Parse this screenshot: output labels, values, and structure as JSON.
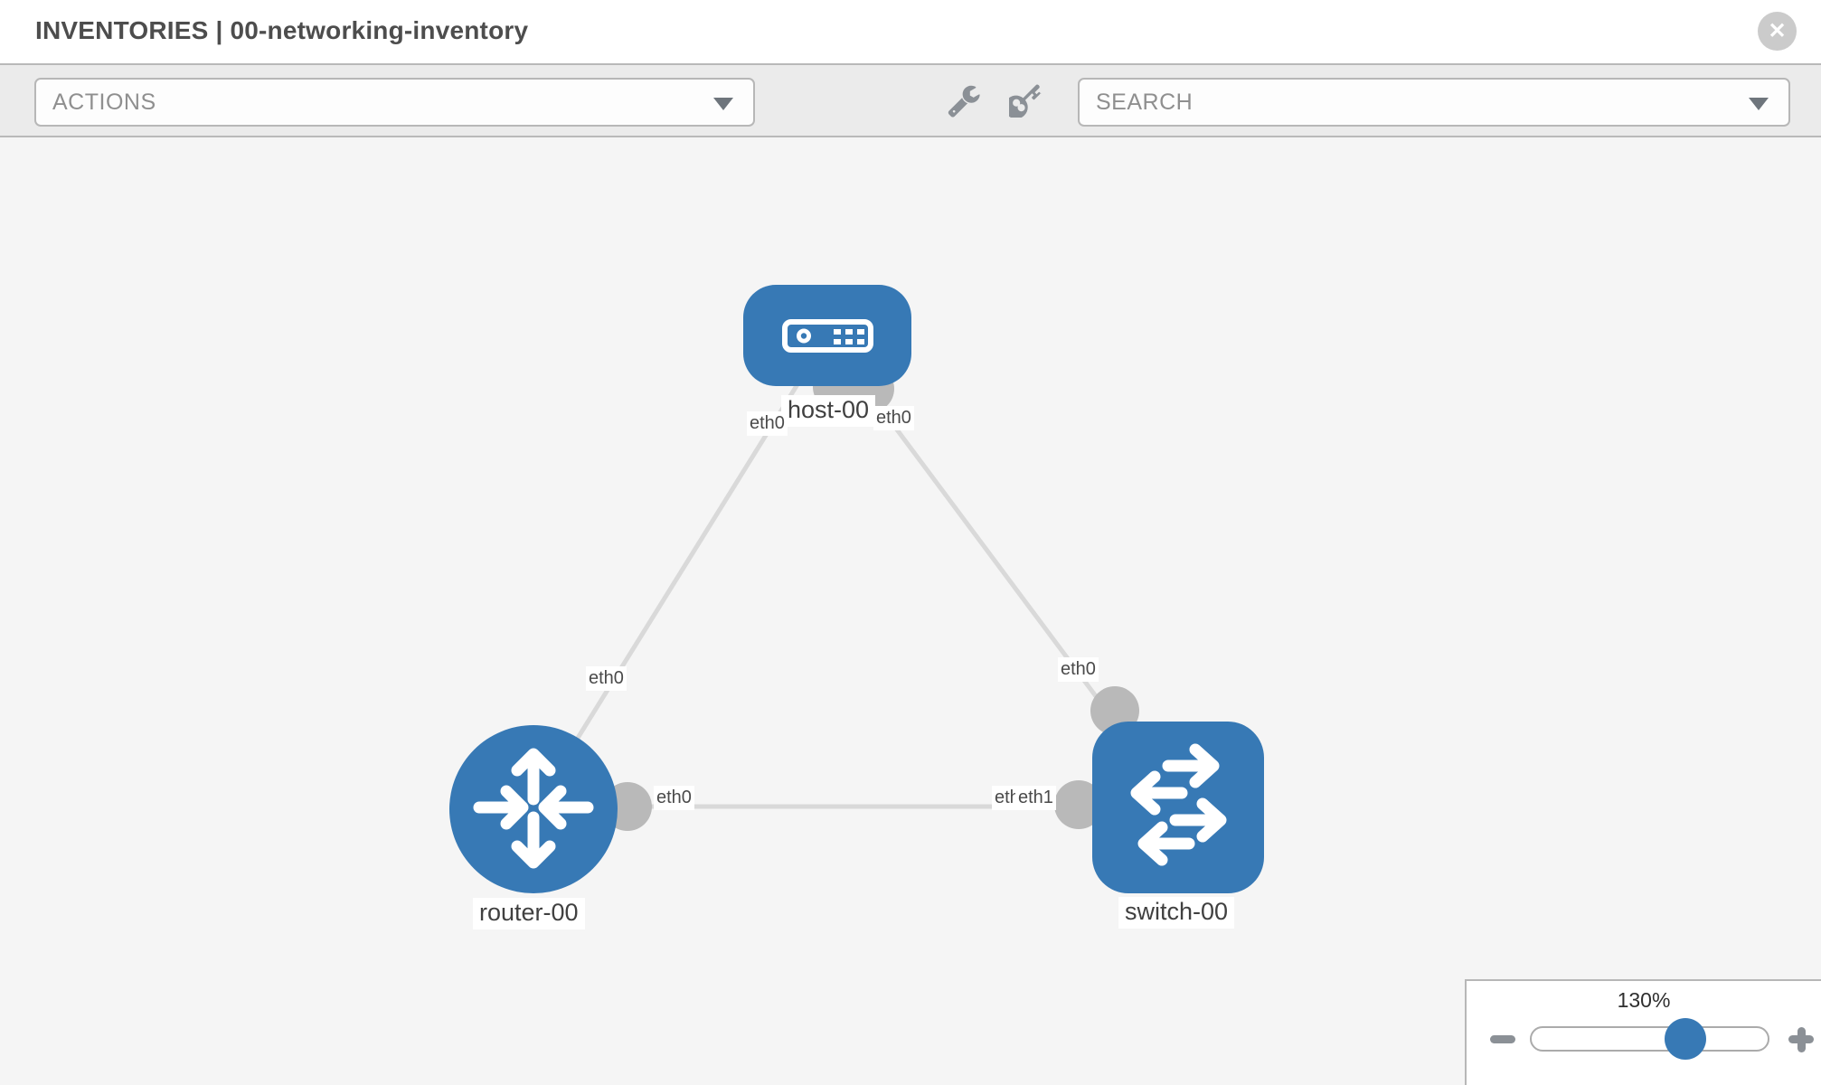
{
  "header": {
    "title": "INVENTORIES | 00-networking-inventory",
    "close_icon": "circle-x-icon"
  },
  "toolbar": {
    "actions_label": "ACTIONS",
    "search_placeholder": "SEARCH",
    "icons": [
      "wrench-icon",
      "key-icon"
    ]
  },
  "topology": {
    "nodes": [
      {
        "id": "host-00",
        "label": "host-00",
        "type": "host",
        "icon": "server-icon"
      },
      {
        "id": "router-00",
        "label": "router-00",
        "type": "router",
        "icon": "router-arrows-icon"
      },
      {
        "id": "switch-00",
        "label": "switch-00",
        "type": "switch",
        "icon": "switch-arrows-icon"
      }
    ],
    "links": [
      {
        "source": "host-00",
        "source_iface": "eth0",
        "target": "router-00",
        "target_iface": "eth0"
      },
      {
        "source": "host-00",
        "source_iface": "eth0",
        "target": "switch-00",
        "target_iface": "eth0"
      },
      {
        "source": "router-00",
        "source_iface": "eth0",
        "target": "switch-00",
        "target_iface": "eth1"
      }
    ],
    "iface_labels": [
      {
        "text": "eth0",
        "link": "host-router",
        "end": "host"
      },
      {
        "text": "eth0",
        "link": "host-switch",
        "end": "host"
      },
      {
        "text": "eth0",
        "link": "host-router",
        "end": "router"
      },
      {
        "text": "eth0",
        "link": "host-switch",
        "end": "switch"
      },
      {
        "text": "eth0",
        "link": "router-switch",
        "end": "router"
      },
      {
        "text": "eth0",
        "link": "router-switch",
        "end": "switch-overlapped"
      },
      {
        "text": "eth1",
        "link": "router-switch",
        "end": "switch"
      }
    ]
  },
  "zoom_panel": {
    "level": "130%",
    "slider_percent": 65,
    "controls": [
      "minus-icon",
      "plus-icon"
    ]
  },
  "colors": {
    "node_blue": "#3779b5",
    "link_gray": "#d9d9d9",
    "connector_gray": "#b9b9b9",
    "toolbar_bg": "#ebebeb",
    "canvas_bg": "#f5f5f5",
    "border_gray": "#b7b7b7"
  }
}
